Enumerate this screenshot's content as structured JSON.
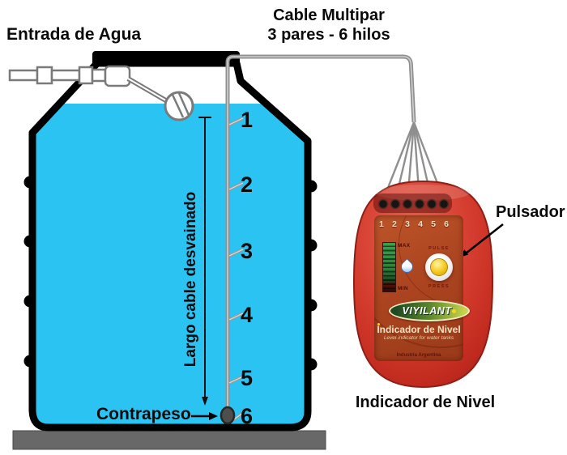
{
  "labels": {
    "water_inlet": "Entrada de Agua",
    "cable_title": "Cable Multipar",
    "cable_subtitle": "3 pares - 6 hilos",
    "unsheathed_cable": "Largo cable desvainado",
    "counterweight": "Contrapeso",
    "push_button": "Pulsador",
    "device_caption": "Indicador de Nivel"
  },
  "tank": {
    "level_numbers": [
      "1",
      "2",
      "3",
      "4",
      "5",
      "6"
    ]
  },
  "device": {
    "terminal_numbers": [
      "1",
      "2",
      "3",
      "4",
      "5",
      "6"
    ],
    "gauge_max": "MAX",
    "gauge_min": "MIN",
    "button_top": "PULSE",
    "button_bottom": "PRESS",
    "brand": "VIYILANT",
    "panel_title": "Indicador de Nivel",
    "panel_subtitle": "Level indicator for water tanks",
    "origin": "Industria Argentina"
  },
  "colors": {
    "water": "#2BC3F2",
    "tank_outline": "#000000",
    "cable_gray": "#8F8F8F",
    "device_red": "#CB2D21",
    "panel_orange": "#AC4520",
    "button_yellow": "#F4C71B",
    "led_green": "#3BA34B",
    "base_gray": "#686868"
  }
}
